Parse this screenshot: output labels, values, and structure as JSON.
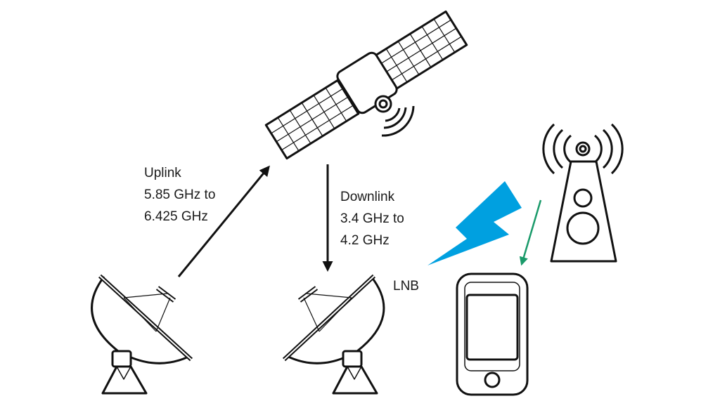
{
  "uplink": {
    "lines": [
      "Uplink",
      "5.85 GHz to",
      "6.425 GHz"
    ]
  },
  "downlink": {
    "lines": [
      "Downlink",
      "3.4 GHz to",
      "4.2 GHz"
    ]
  },
  "lnb_label": "LNB",
  "colors": {
    "line": "#111111",
    "lightning": "#00a0e0",
    "green_arrow": "#1a9a6a",
    "background": "#ffffff"
  },
  "icons": [
    "satellite-icon",
    "uplink-dish-icon",
    "downlink-dish-icon",
    "cell-tower-icon",
    "smartphone-icon",
    "lightning-icon"
  ]
}
